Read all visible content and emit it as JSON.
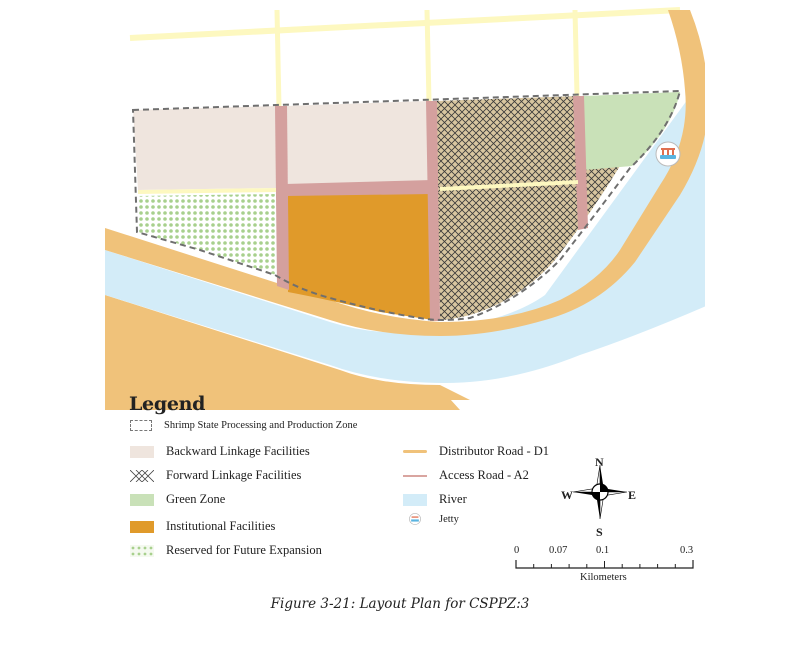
{
  "legend": {
    "title": "Legend",
    "items": [
      {
        "label": "Shrimp State Processing and Production Zone",
        "symbol": "dashed-boundary",
        "color": "#777777"
      },
      {
        "label": "Backward Linkage Facilities",
        "symbol": "fill",
        "color": "#efe5de"
      },
      {
        "label": "Forward Linkage Facilities",
        "symbol": "crosshatch",
        "color": "#d8c6a0"
      },
      {
        "label": "Green Zone",
        "symbol": "fill",
        "color": "#c9e1b8"
      },
      {
        "label": "Institutional Facilities",
        "symbol": "fill",
        "color": "#e09a2a"
      },
      {
        "label": "Reserved for Future Expansion",
        "symbol": "dots",
        "color": "#a8d08d"
      },
      {
        "label": "Distributor Road - D1",
        "symbol": "line",
        "color": "#f0c27a"
      },
      {
        "label": "Access Road - A2",
        "symbol": "line",
        "color": "#d9a5a0"
      },
      {
        "label": "River",
        "symbol": "fill",
        "color": "#d3ecf8"
      },
      {
        "label": "Jetty",
        "symbol": "jetty-icon",
        "color": "#5ab4e0"
      }
    ]
  },
  "compass": {
    "n": "N",
    "s": "S",
    "e": "E",
    "w": "W"
  },
  "scale_bar": {
    "ticks": [
      "0",
      "0.07",
      "0.1",
      "0.3"
    ],
    "unit": "Kilometers"
  },
  "caption": "Figure 3-21: Layout Plan for CSPPZ:3",
  "colors": {
    "river": "#d3ecf8",
    "distributor_road": "#f0c27a",
    "access_road": "#d4a09e",
    "local_road": "#fdf8c0",
    "backward": "#efe5de",
    "forward": "#d8c6a0",
    "green": "#c9e1b8",
    "institutional": "#e09a2a",
    "reserved_dot": "#a8d08d",
    "boundary": "#6f6f6f"
  }
}
